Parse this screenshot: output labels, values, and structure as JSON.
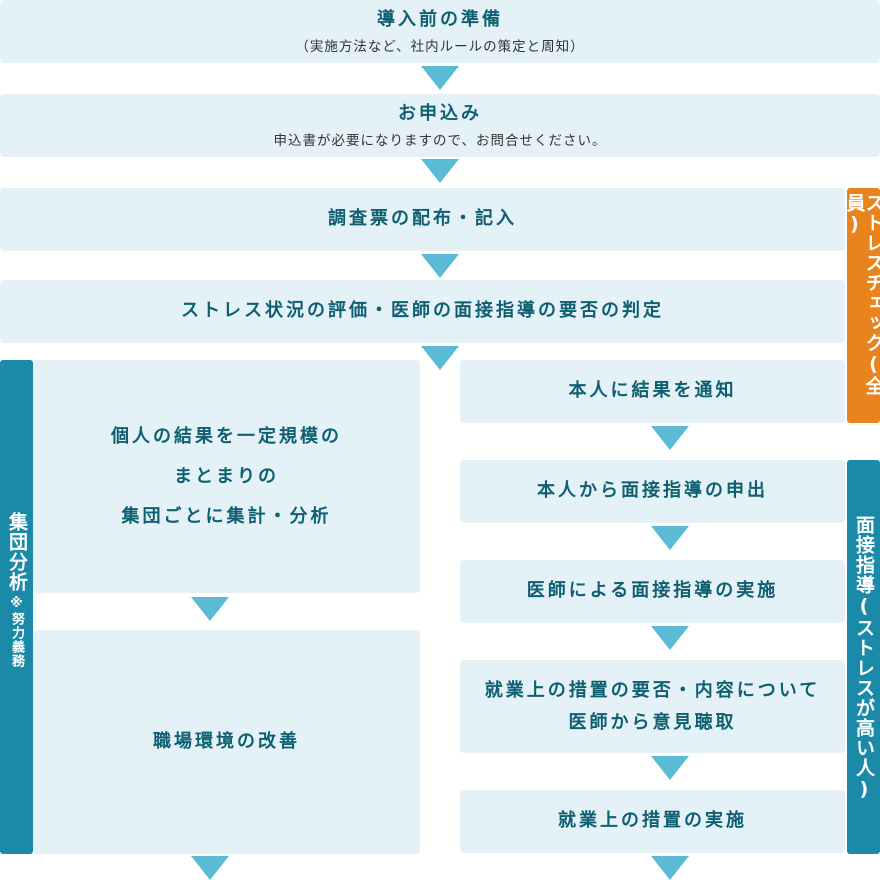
{
  "steps": {
    "preparation": {
      "title": "導入前の準備",
      "sub": "（実施方法など、社内ルールの策定と周知）"
    },
    "application": {
      "title": "お申込み",
      "sub": "申込書が必要になりますので、お問合せください。"
    },
    "questionnaire": {
      "title": "調査票の配布・記入"
    },
    "evaluation": {
      "title": "ストレス状況の評価・医師の面接指導の要否の判定"
    },
    "notify": {
      "title": "本人に結果を通知"
    },
    "request": {
      "title": "本人から面接指導の申出"
    },
    "interview": {
      "title": "医師による面接指導の実施"
    },
    "opinion": {
      "line1": "就業上の措置の要否・内容について",
      "line2": "医師から意見聴取"
    },
    "measures": {
      "title": "就業上の措置の実施"
    },
    "group_analysis": {
      "line1": "個人の結果を一定規模の",
      "line2": "まとまりの",
      "line3": "集団ごとに集計・分析"
    },
    "improvement": {
      "title": "職場環境の改善"
    }
  },
  "side_labels": {
    "stress_check": "ストレスチェック(全員)",
    "interview_guidance": "面接指導(ストレスが高い人)",
    "group": {
      "main": "集団分析",
      "note": "※努力義務"
    }
  },
  "colors": {
    "box_bg": "#e4f2f7",
    "box_text": "#0f5f73",
    "arrow": "#5bbad4",
    "orange": "#e8831e",
    "teal": "#1a8aa8"
  }
}
